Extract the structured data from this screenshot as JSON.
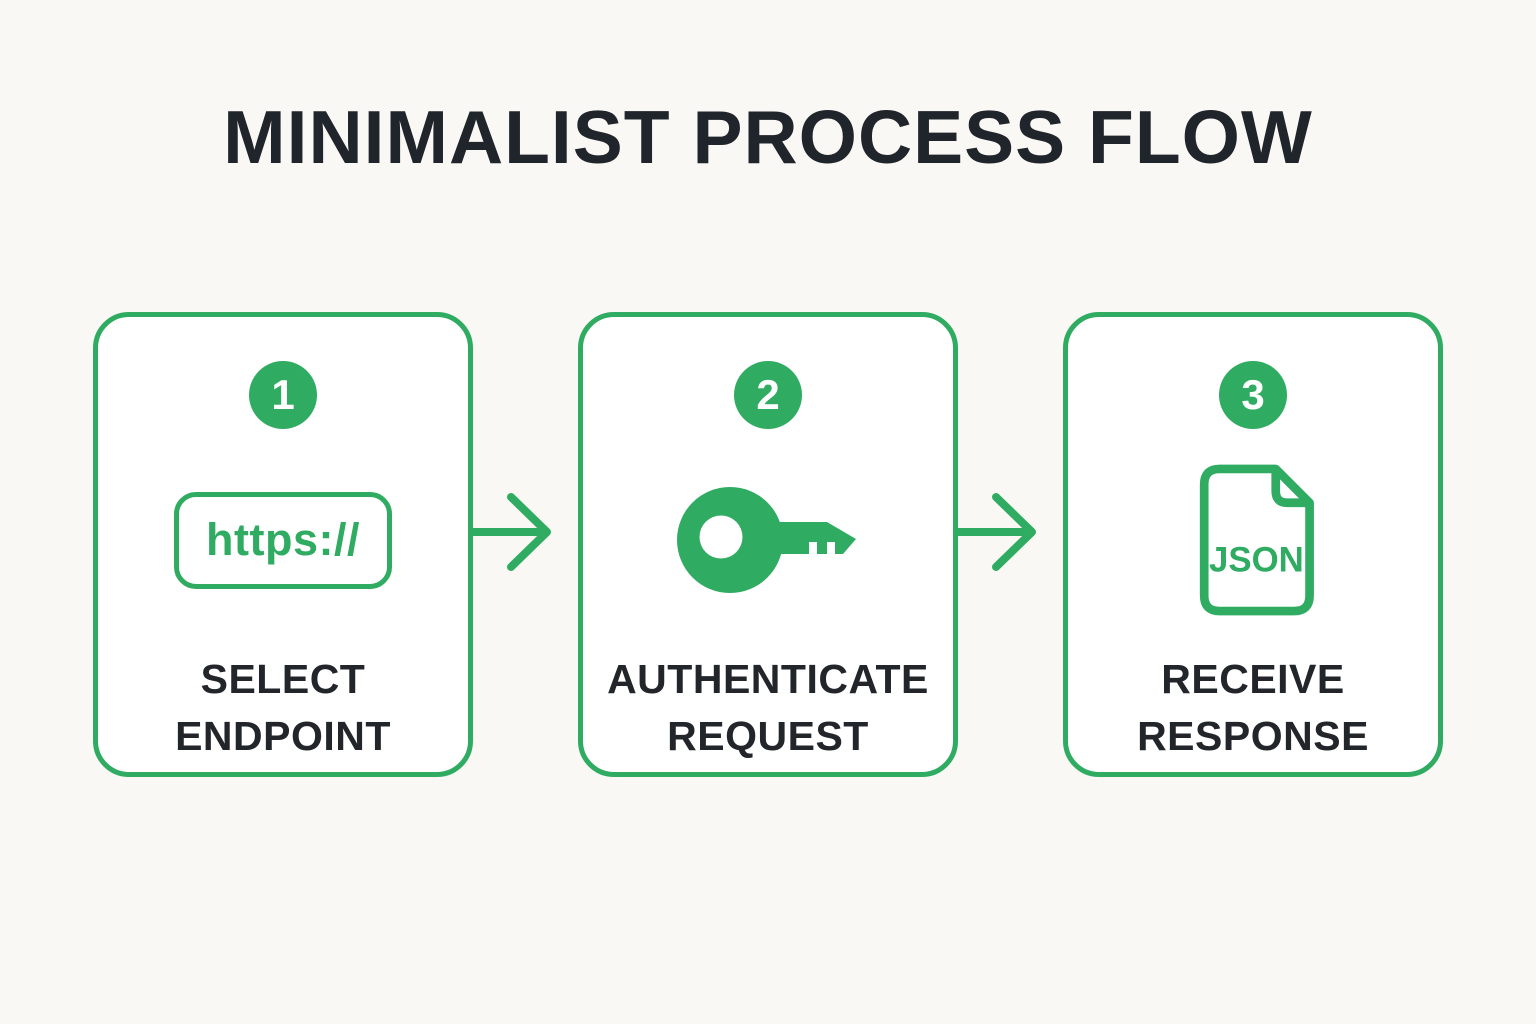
{
  "title": "MINIMALIST PROCESS FLOW",
  "colors": {
    "accent_green": "#2fac62",
    "text_dark": "#22262b",
    "background": "#faf8f4",
    "card_background": "#ffffff"
  },
  "steps": [
    {
      "number": "1",
      "icon": "https-url-badge-icon",
      "icon_text": "https://",
      "label": [
        "SELECT",
        "ENDPOINT"
      ]
    },
    {
      "number": "2",
      "icon": "key-icon",
      "label": [
        "AUTHENTICATE",
        "REQUEST"
      ]
    },
    {
      "number": "3",
      "icon": "json-file-icon",
      "icon_text": "JSON",
      "label": [
        "RECEIVE",
        "RESPONSE"
      ]
    }
  ],
  "connectors": [
    {
      "icon": "flow-arrow-right-icon"
    },
    {
      "icon": "flow-arrow-right-icon"
    }
  ]
}
